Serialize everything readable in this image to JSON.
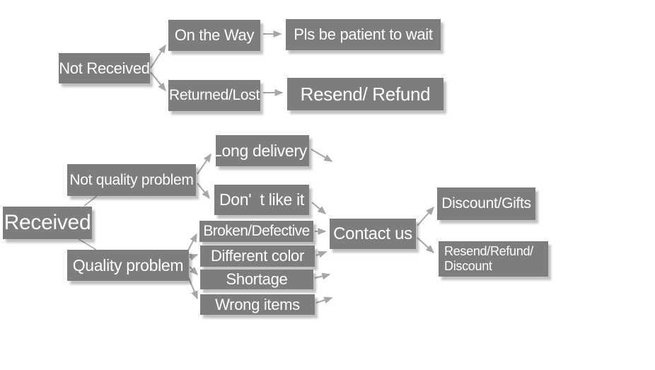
{
  "diagram": {
    "type": "flowchart",
    "colors": {
      "box_fill": "#7d7d7d",
      "box_text": "#ffffff",
      "connector": "#a6a6a6",
      "background": "#ffffff"
    },
    "nodes": {
      "not_received": {
        "label": "Not Received"
      },
      "on_the_way": {
        "label": "On the Way"
      },
      "pls_be_patient": {
        "label": "Pls be patient to wait"
      },
      "returned_lost": {
        "label": "Returned/Lost"
      },
      "resend_refund": {
        "label": "Resend/ Refund"
      },
      "received": {
        "label": "Received"
      },
      "not_quality_problem": {
        "label": "Not quality problem"
      },
      "long_delivery": {
        "label": "Long delivery"
      },
      "dont_like_it": {
        "label": "Don'  t like it"
      },
      "quality_problem": {
        "label": "Quality problem"
      },
      "broken_defective": {
        "label": "Broken/Defective"
      },
      "different_color": {
        "label": "Different color"
      },
      "shortage": {
        "label": "Shortage"
      },
      "wrong_items": {
        "label": "Wrong items"
      },
      "contact_us": {
        "label": "Contact us"
      },
      "discount_gifts": {
        "label": "Discount/Gifts"
      },
      "resend_refund_discount": {
        "label": "Resend/Refund/\nDiscount"
      }
    },
    "edges": [
      {
        "from": "Not Received",
        "to": "On the Way",
        "arrowhead": true
      },
      {
        "from": "Not Received",
        "to": "Returned/Lost",
        "arrowhead": true
      },
      {
        "from": "On the Way",
        "to": "Pls be patient to wait",
        "arrowhead": true
      },
      {
        "from": "Returned/Lost",
        "to": "Resend/ Refund",
        "arrowhead": true
      },
      {
        "from": "Received",
        "to": "Not quality problem",
        "arrowhead": false
      },
      {
        "from": "Received",
        "to": "Quality problem",
        "arrowhead": false
      },
      {
        "from": "Not quality problem",
        "to": "Long delivery",
        "arrowhead": true
      },
      {
        "from": "Not quality problem",
        "to": "Don'  t like it",
        "arrowhead": true
      },
      {
        "from": "Long delivery",
        "to": "Contact us",
        "arrowhead": true
      },
      {
        "from": "Don'  t like it",
        "to": "Contact us",
        "arrowhead": true
      },
      {
        "from": "Quality problem",
        "to": "Broken/Defective",
        "arrowhead": true
      },
      {
        "from": "Quality problem",
        "to": "Different color",
        "arrowhead": true
      },
      {
        "from": "Quality problem",
        "to": "Shortage",
        "arrowhead": true
      },
      {
        "from": "Quality problem",
        "to": "Wrong items",
        "arrowhead": true
      },
      {
        "from": "Broken/Defective",
        "to": "Contact us",
        "arrowhead": true
      },
      {
        "from": "Different color",
        "to": "Contact us",
        "arrowhead": true
      },
      {
        "from": "Shortage",
        "to": "Contact us",
        "arrowhead": true
      },
      {
        "from": "Wrong items",
        "to": "Contact us",
        "arrowhead": true
      },
      {
        "from": "Contact us",
        "to": "Discount/Gifts",
        "arrowhead": true
      },
      {
        "from": "Contact us",
        "to": "Resend/Refund/Discount",
        "arrowhead": true
      }
    ]
  }
}
